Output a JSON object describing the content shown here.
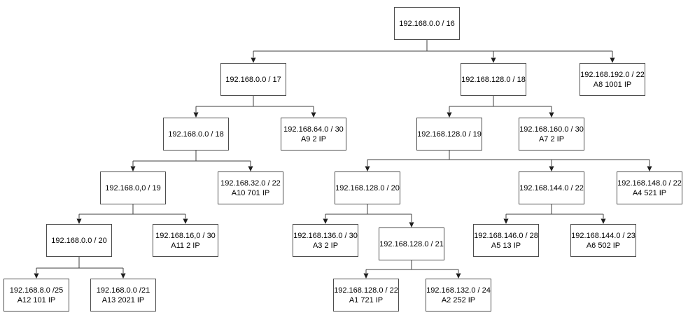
{
  "diagram": {
    "type": "tree",
    "description": "Subnet VLSM allocation tree for 192.168.0.0/16",
    "colors": {
      "background": "#ffffff",
      "box_border": "#4d4d4d",
      "connector": "#3f3f3f",
      "arrowhead": "#1f1f1f",
      "text": "#000000"
    },
    "nodes": [
      {
        "id": "root",
        "label": "192.168.0.0 / 16",
        "sub": ""
      },
      {
        "id": "s17",
        "label": "192.168.0.0 / 17",
        "sub": ""
      },
      {
        "id": "s128-18",
        "label": "192.168.128.0 / 18",
        "sub": ""
      },
      {
        "id": "a8",
        "label": "192.168.192.0 / 22",
        "sub": "A8 1001 IP"
      },
      {
        "id": "s0-18",
        "label": "192.168.0.0 / 18",
        "sub": ""
      },
      {
        "id": "a9",
        "label": "192.168.64.0 / 30",
        "sub": "A9 2 IP"
      },
      {
        "id": "s128-19",
        "label": "192.168.128.0 / 19",
        "sub": ""
      },
      {
        "id": "a7",
        "label": "192.168.160.0 / 30",
        "sub": "A7 2 IP"
      },
      {
        "id": "s0-19",
        "label": "192.168.0,0 / 19",
        "sub": ""
      },
      {
        "id": "a10",
        "label": "192.168.32.0 / 22",
        "sub": "A10 701 IP"
      },
      {
        "id": "s128-20",
        "label": "192.168.128.0 / 20",
        "sub": ""
      },
      {
        "id": "s144-22",
        "label": "192.168.144.0 / 22",
        "sub": ""
      },
      {
        "id": "a4",
        "label": "192.168.148.0 / 22",
        "sub": "A4 521 IP"
      },
      {
        "id": "s0-20",
        "label": "192.168.0.0 / 20",
        "sub": ""
      },
      {
        "id": "a11",
        "label": "192.168.16,0 / 30",
        "sub": "A11 2 IP"
      },
      {
        "id": "a3",
        "label": "192.168.136.0 / 30",
        "sub": "A3 2 IP"
      },
      {
        "id": "s128-21",
        "label": "192.168.128.0 / 21",
        "sub": ""
      },
      {
        "id": "a5",
        "label": "192.168.146.0 / 28",
        "sub": "A5 13 IP"
      },
      {
        "id": "a6",
        "label": "192.168.144.0 / 23",
        "sub": "A6 502 IP"
      },
      {
        "id": "a12",
        "label": "192.168.8.0 /25",
        "sub": "A12 101 IP"
      },
      {
        "id": "a13",
        "label": "192.168.0.0 /21",
        "sub": "A13 2021 IP"
      },
      {
        "id": "a1",
        "label": "192.168.128.0 / 22",
        "sub": "A1 721 IP"
      },
      {
        "id": "a2",
        "label": "192.168.132.0 / 24",
        "sub": "A2 252 IP"
      }
    ],
    "edges": [
      {
        "from": "root",
        "to": [
          "s17",
          "s128-18",
          "a8"
        ]
      },
      {
        "from": "s17",
        "to": [
          "s0-18",
          "a9"
        ]
      },
      {
        "from": "s128-18",
        "to": [
          "s128-19",
          "a7"
        ]
      },
      {
        "from": "s0-18",
        "to": [
          "s0-19",
          "a10"
        ]
      },
      {
        "from": "s128-19",
        "to": [
          "s128-20",
          "s144-22",
          "a4"
        ]
      },
      {
        "from": "s0-19",
        "to": [
          "s0-20",
          "a11"
        ]
      },
      {
        "from": "s128-20",
        "to": [
          "a3",
          "s128-21"
        ]
      },
      {
        "from": "s144-22",
        "to": [
          "a5",
          "a6"
        ]
      },
      {
        "from": "s0-20",
        "to": [
          "a12",
          "a13"
        ]
      },
      {
        "from": "s128-21",
        "to": [
          "a1",
          "a2"
        ]
      }
    ]
  }
}
